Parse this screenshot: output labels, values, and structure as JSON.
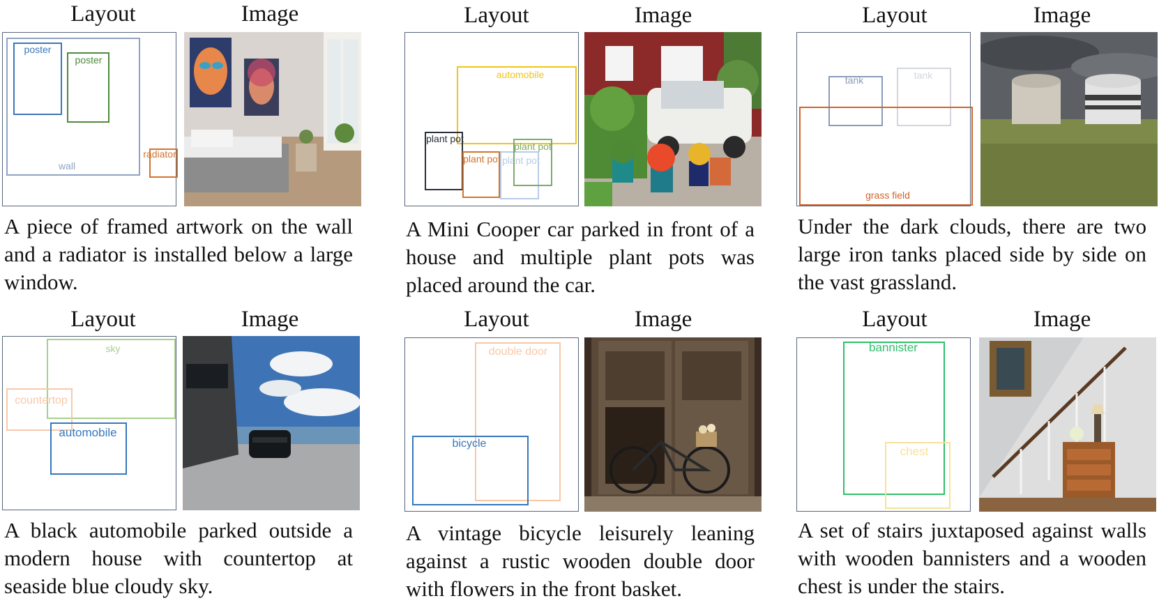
{
  "panels": [
    {
      "layout_header": "Layout",
      "image_header": "Image",
      "caption": "A piece of framed artwork on the wall and a radiator is installed below a large window.",
      "boxes": [
        {
          "label": "wall",
          "color": "#8fa3c2"
        },
        {
          "label": "poster",
          "color": "#3a77b8"
        },
        {
          "label": "poster",
          "color": "#4f8a3c"
        },
        {
          "label": "radiator",
          "color": "#d2732e"
        }
      ]
    },
    {
      "layout_header": "Layout",
      "image_header": "Image",
      "caption": "A Mini Cooper car parked in front of a house and multiple plant pots was placed around the car.",
      "boxes": [
        {
          "label": "automobile",
          "color": "#f2c318"
        },
        {
          "label": "plant pot",
          "color": "#2a2e38"
        },
        {
          "label": "plant pot",
          "color": "#d2732e"
        },
        {
          "label": "plant pot",
          "color": "#b8cbe6"
        },
        {
          "label": "plant pot",
          "color": "#7bab68"
        }
      ]
    },
    {
      "layout_header": "Layout",
      "image_header": "Image",
      "caption": "Under the dark clouds, there are two large iron tanks placed side by side on the vast grassland.",
      "boxes": [
        {
          "label": "tank",
          "color": "#8a9bb8"
        },
        {
          "label": "tank",
          "color": "#d3d6dc"
        },
        {
          "label": "grass field",
          "color": "#d0622a"
        }
      ]
    },
    {
      "layout_header": "Layout",
      "image_header": "Image",
      "caption": "A black automobile parked outside a modern house with countertop at seaside blue cloudy sky.",
      "boxes": [
        {
          "label": "sky",
          "color": "#a8d08a"
        },
        {
          "label": "countertop",
          "color": "#f7c8a8"
        },
        {
          "label": "automobile",
          "color": "#3577bd"
        }
      ]
    },
    {
      "layout_header": "Layout",
      "image_header": "Image",
      "caption": "A vintage bicycle leisurely leaning against a rustic wooden double door with flowers in the front basket.",
      "boxes": [
        {
          "label": "double door",
          "color": "#f7c8a8"
        },
        {
          "label": "bicycle",
          "color": "#3577bd"
        }
      ]
    },
    {
      "layout_header": "Layout",
      "image_header": "Image",
      "caption": "A set of stairs juxtaposed against walls with wooden bannisters and a wooden chest is under the stairs.",
      "boxes": [
        {
          "label": "bannister",
          "color": "#2fbf6a"
        },
        {
          "label": "chest",
          "color": "#f7e29a"
        }
      ]
    }
  ]
}
